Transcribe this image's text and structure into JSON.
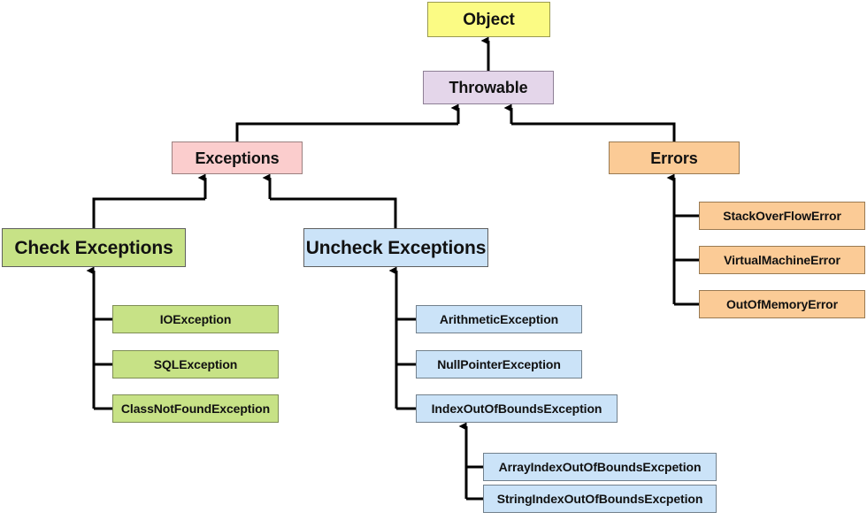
{
  "diagram": {
    "title": "Java Exception Hierarchy",
    "type": "class-hierarchy-tree",
    "background": "#ffffff",
    "connector_color": "#000000"
  },
  "palette": {
    "object": "#fbfb84",
    "throwable": "#e4d6ea",
    "exceptions": "#fbcdcd",
    "errors": "#fbcb96",
    "checked": "#c7e286",
    "unchecked": "#cbe3f8"
  },
  "nodes": {
    "object": {
      "label": "Object"
    },
    "throwable": {
      "label": "Throwable"
    },
    "exceptions": {
      "label": "Exceptions"
    },
    "errors": {
      "label": "Errors"
    },
    "check_exceptions": {
      "label": "Check Exceptions"
    },
    "uncheck_exceptions": {
      "label": "Uncheck Exceptions"
    },
    "io_exception": {
      "label": "IOException"
    },
    "sql_exception": {
      "label": "SQLException"
    },
    "class_not_found_exception": {
      "label": "ClassNotFoundException"
    },
    "arithmetic_exception": {
      "label": "ArithmeticException"
    },
    "null_pointer_exception": {
      "label": "NullPointerException"
    },
    "index_out_of_bounds_exception": {
      "label": "IndexOutOfBoundsException"
    },
    "array_index_out_of_bounds_exception": {
      "label": "ArrayIndexOutOfBoundsExcpetion"
    },
    "string_index_out_of_bounds_exception": {
      "label": "StringIndexOutOfBoundsExcpetion"
    },
    "stack_overflow_error": {
      "label": "StackOverFlowError"
    },
    "virtual_machine_error": {
      "label": "VirtualMachineError"
    },
    "out_of_memory_error": {
      "label": "OutOfMemoryError"
    }
  }
}
